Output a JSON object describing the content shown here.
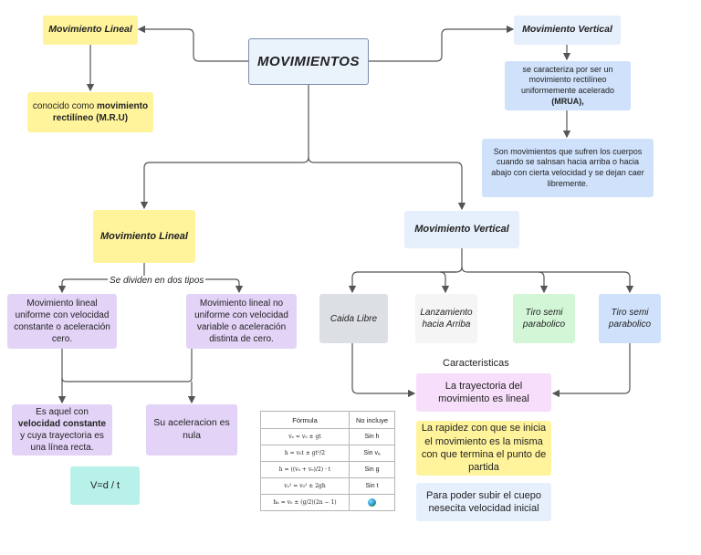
{
  "title": "MOVIMIENTOS",
  "top_left": {
    "heading": "Movimiento Lineal",
    "desc_prefix": "conocido como ",
    "desc_bold": "movimiento rectilíneo (M.R.U)"
  },
  "top_right": {
    "heading": "Movimiento Vertical",
    "desc1": "se caracteriza por ser un movimiento rectilíneo uniformemente acelerado",
    "desc1_bold": "(MRUA),",
    "desc2": "Son movimientos  que sufren  los cuerpos cuando se salnsan hacia arriba o hacia abajo con cierta velocidad y se dejan caer libremente."
  },
  "left_branch": {
    "heading": "Movimiento Lineal",
    "divider_label": "Se dividen en dos tipos",
    "type_uniform": "Movimiento lineal uniforme con velocidad constante o aceleración cero.",
    "type_nonuniform": "Movimiento lineal no uniforme con velocidad variable o aceleración distinta de cero.",
    "result_1_a": "Es aquel con ",
    "result_1_b": "velocidad constante",
    "result_1_c": " y cuya trayectoria es una línea recta.",
    "result_2": "Su aceleracion es nula",
    "formula": "V=d / t"
  },
  "right_branch": {
    "heading": "Movimiento Vertical",
    "types": [
      "Caida Libre",
      "Lanzamiento hacia Arriba",
      "Tiro semi parabolico",
      "Tiro semi parabolico"
    ],
    "characteristics_label": "Caracteristicas",
    "char_1": "La trayectoria del movimiento es lineal",
    "char_2": "La rapidez con que se inicia el movimiento es la misma con que termina el punto de partida",
    "char_3": "Para poder subir el cuepo nesecita velocidad inicial"
  },
  "formula_table": {
    "headers": [
      "Fórmula",
      "No incluye"
    ],
    "rows": [
      {
        "formula": "vₑ = v₀ ± gt",
        "excludes": "Sin h"
      },
      {
        "formula": "h = v₀t ± gt²/2",
        "excludes": "Sin vₑ"
      },
      {
        "formula": "h = ((v₀ + vₑ)/2) · t",
        "excludes": "Sin g"
      },
      {
        "formula": "vₑ² = v₀² ± 2gh",
        "excludes": "Sin t"
      },
      {
        "formula": "hₙ = v₀ ± (g/2)(2n − 1)",
        "excludes": ""
      }
    ]
  }
}
